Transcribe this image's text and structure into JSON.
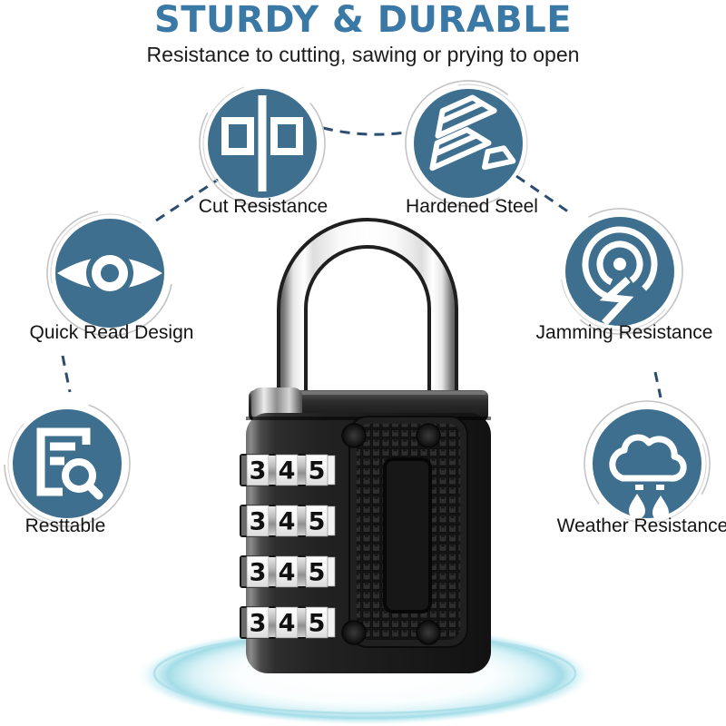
{
  "header": {
    "title": "STURDY & DURABLE",
    "subtitle": "Resistance to cutting, sawing or prying to open"
  },
  "features": [
    {
      "id": "cut-resistance",
      "label": "Cut Resistance",
      "icon": "bolt-cutter-icon"
    },
    {
      "id": "hardened-steel",
      "label": "Hardened Steel",
      "icon": "steel-ingots-icon"
    },
    {
      "id": "quick-read-design",
      "label": "Quick Read Design",
      "icon": "eye-icon"
    },
    {
      "id": "jamming-resistance",
      "label": "Jamming Resistance",
      "icon": "signal-jam-icon"
    },
    {
      "id": "resttable",
      "label": "Resttable",
      "icon": "document-search-icon"
    },
    {
      "id": "weather-resistance",
      "label": "Weather Resistance",
      "icon": "rain-cloud-icon"
    }
  ],
  "lock": {
    "dial_rows": [
      {
        "digits": [
          "3",
          "4",
          "5"
        ]
      },
      {
        "digits": [
          "3",
          "4",
          "5"
        ]
      },
      {
        "digits": [
          "3",
          "4",
          "5"
        ]
      },
      {
        "digits": [
          "3",
          "4",
          "5"
        ]
      }
    ]
  },
  "colors": {
    "accent_teal": "#3e6f8f",
    "title_blue": "#3a78a5",
    "dash_navy": "#2b4d70",
    "glow_cyan": "#9adce6"
  }
}
